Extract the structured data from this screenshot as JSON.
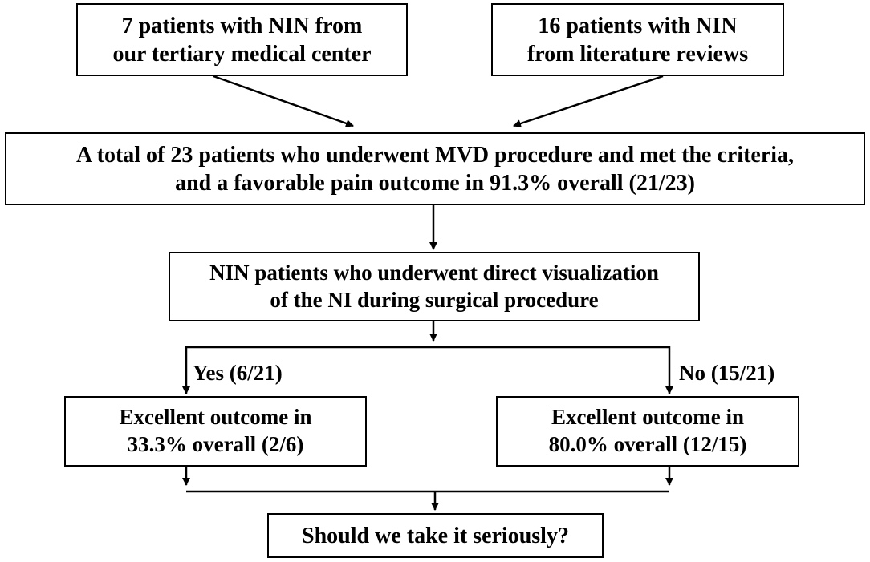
{
  "source_left": {
    "line1": "7 patients with NIN from",
    "line2": "our tertiary medical center"
  },
  "source_right": {
    "line1": "16 patients with NIN",
    "line2": "from literature reviews"
  },
  "total": {
    "line1": "A total of  23 patients who underwent MVD procedure and met the criteria,",
    "line2": "and a favorable pain outcome in 91.3% overall (21/23)"
  },
  "visualization": {
    "line1": "NIN patients who underwent direct visualization",
    "line2": "of the NI during surgical procedure"
  },
  "branch_yes": {
    "label": "Yes (6/21)",
    "line1": "Excellent outcome in",
    "line2": "33.3% overall (2/6)"
  },
  "branch_no": {
    "label": "No (15/21)",
    "line1": "Excellent outcome in",
    "line2": "80.0% overall (12/15)"
  },
  "conclusion": {
    "text": "Should we take it seriously?"
  },
  "colors": {
    "line": "#000000",
    "box_fill": "#ffffff"
  }
}
